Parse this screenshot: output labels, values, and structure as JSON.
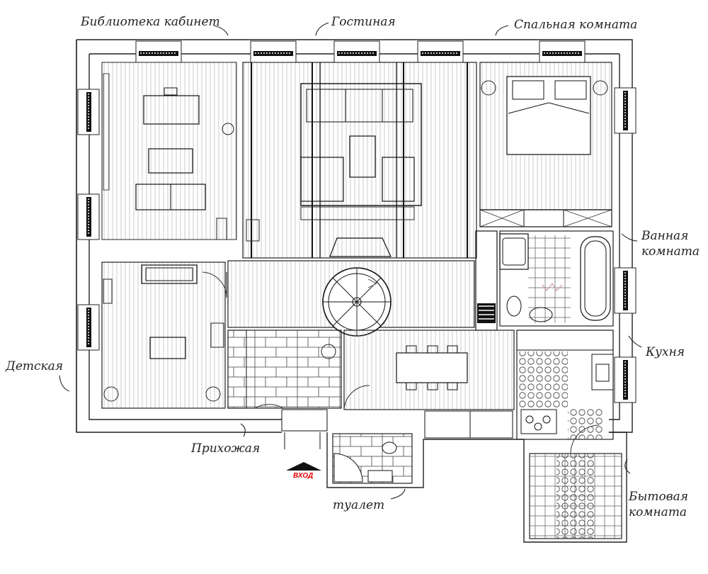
{
  "labels": {
    "library_study": "Библиотека кабинет",
    "living_room": "Гостиная",
    "bedroom": "Спальная комната",
    "bathroom": "Ванная комната",
    "kitchen": "Кухня",
    "kids_room": "Детская",
    "hallway": "Прихожая",
    "toilet": "туалет",
    "utility_room": "Бытовая комната",
    "entrance": "ВХОД"
  },
  "colors": {
    "line": "#222222",
    "hatch": "#9a9a9a",
    "furniture": "#1a1a1a",
    "entrance_text": "#e00000",
    "background": "#ffffff"
  }
}
